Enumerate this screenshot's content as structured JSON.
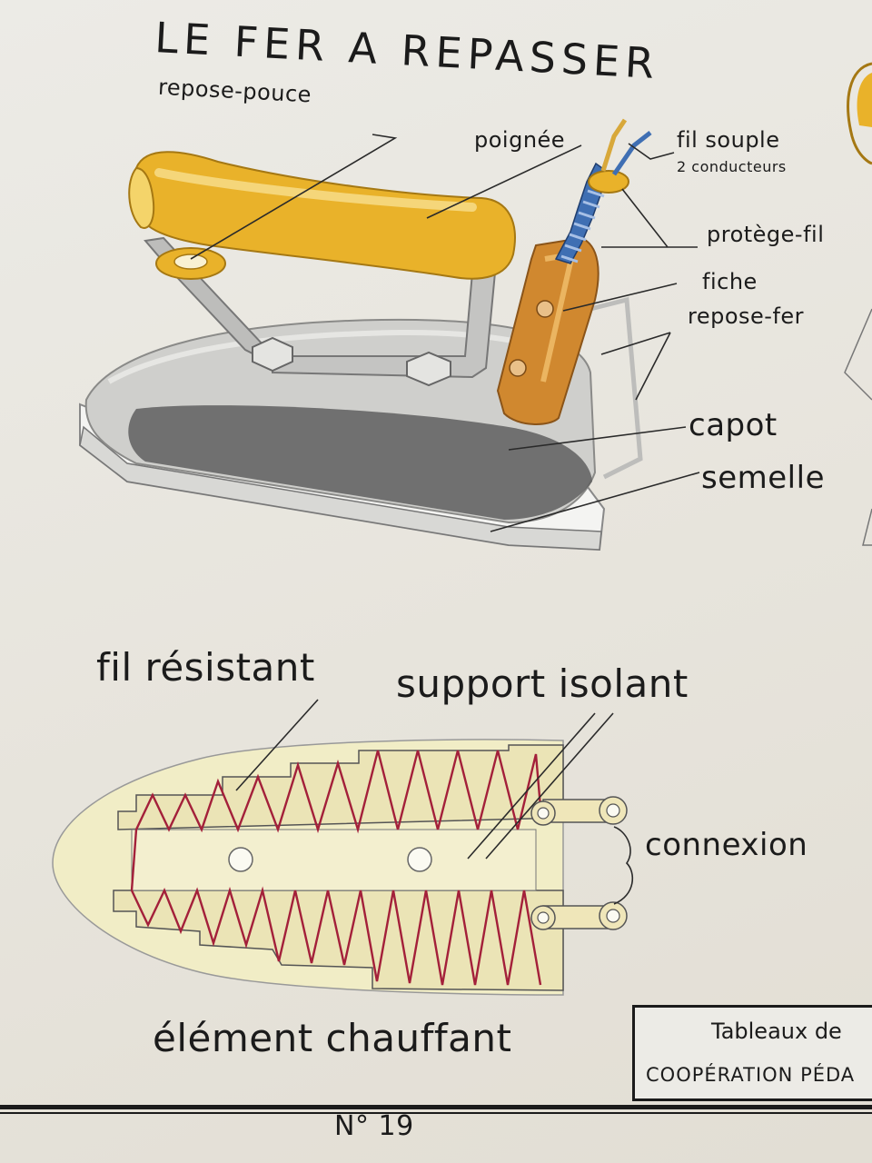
{
  "title": "LE FER A REPASSER",
  "iron_labels": {
    "repose_pouce": "repose-pouce",
    "poignee": "poignée",
    "fil_souple": "fil souple",
    "conducteurs": "2 conducteurs",
    "protege_fil": "protège-fil",
    "fiche": "fiche",
    "repose_fer": "repose-fer",
    "capot": "capot",
    "semelle": "semelle"
  },
  "element_labels": {
    "fil_resistant": "fil résistant",
    "support_isolant": "support isolant",
    "connexion": "connexion",
    "caption": "élément chauffant"
  },
  "publisher_box": {
    "line1": "Tableaux de",
    "line2": "COOPÉRATION PÉDA"
  },
  "plate_number": "N° 19",
  "colors": {
    "paper": "#e9e6df",
    "handle": "#e9b22a",
    "plug": "#d0882f",
    "cord": "#3f6fb3",
    "metal": "#c9c9c6",
    "sole_shadow": "#5e5e5e",
    "element_fill": "#f1edc6",
    "wire_red": "#a3203a",
    "ink": "#1b1b1b"
  }
}
